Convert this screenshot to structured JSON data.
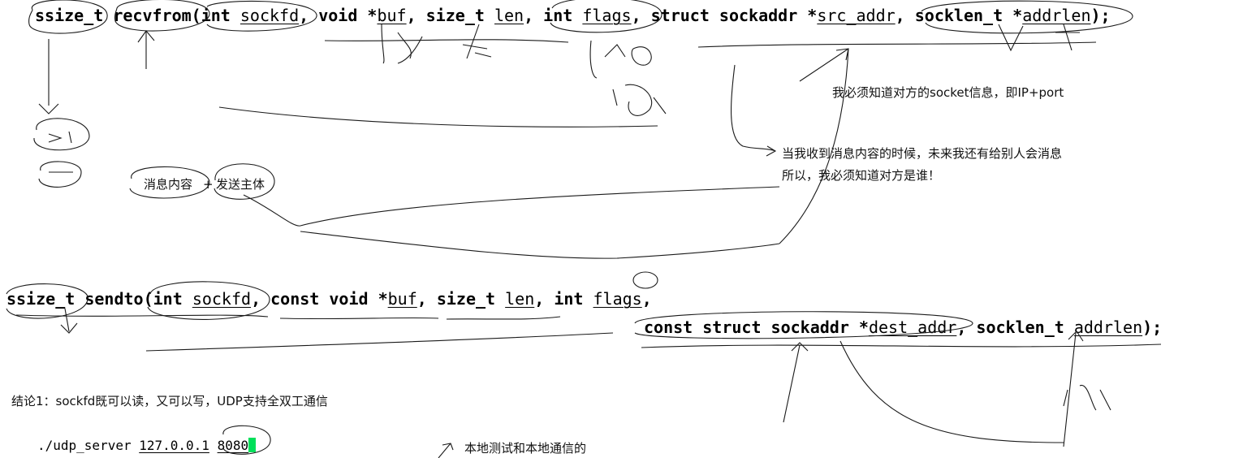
{
  "recvfrom": {
    "ret": "ssize_t",
    "fn": "recvfrom",
    "p1_type": "(int ",
    "p1_name": "sockfd",
    "p2_type": ", void *",
    "p2_name": "buf",
    "p3_type": ", size_t ",
    "p3_name": "len",
    "p4_type": ", int ",
    "p4_name": "flags",
    "p5_type": ", struct sockaddr *",
    "p5_name": "src_addr",
    "p6_type": ", socklen_t *",
    "p6_name": "addrlen",
    "end": ");"
  },
  "sendto": {
    "ret": "ssize_t",
    "fn": "sendto",
    "p1_type": "(int ",
    "p1_name": "sockfd",
    "p2_type": ", const void *",
    "p2_name": "buf",
    "p3_type": ", size_t ",
    "p3_name": "len",
    "p4_type": ", int ",
    "p4_name": "flags",
    "p4_end": ",",
    "p5_type": "const struct sockaddr *",
    "p5_name": "dest_addr",
    "p6_type": ", socklen_t ",
    "p6_name": "addrlen",
    "end": ");"
  },
  "notes": {
    "socket_info": "我必须知道对方的socket信息，即IP+port",
    "receive_line1": "当我收到消息内容的时候，未来我还有给别人会消息",
    "receive_line2": "所以，我必须知道对方是谁！",
    "msg_content": "消息内容",
    "plus": "+",
    "sender": "发送主体",
    "conclusion": "结论1：sockfd既可以读，又可以写，UDP支持全双工通信",
    "local_test": "本地测试和本地通信的"
  },
  "command": {
    "prefix": "./udp_server ",
    "ip": "127.0.0.1",
    "space": " ",
    "port": "8080"
  },
  "colors": {
    "cursor": "#00e05a",
    "ink": "#1a1a1a"
  }
}
